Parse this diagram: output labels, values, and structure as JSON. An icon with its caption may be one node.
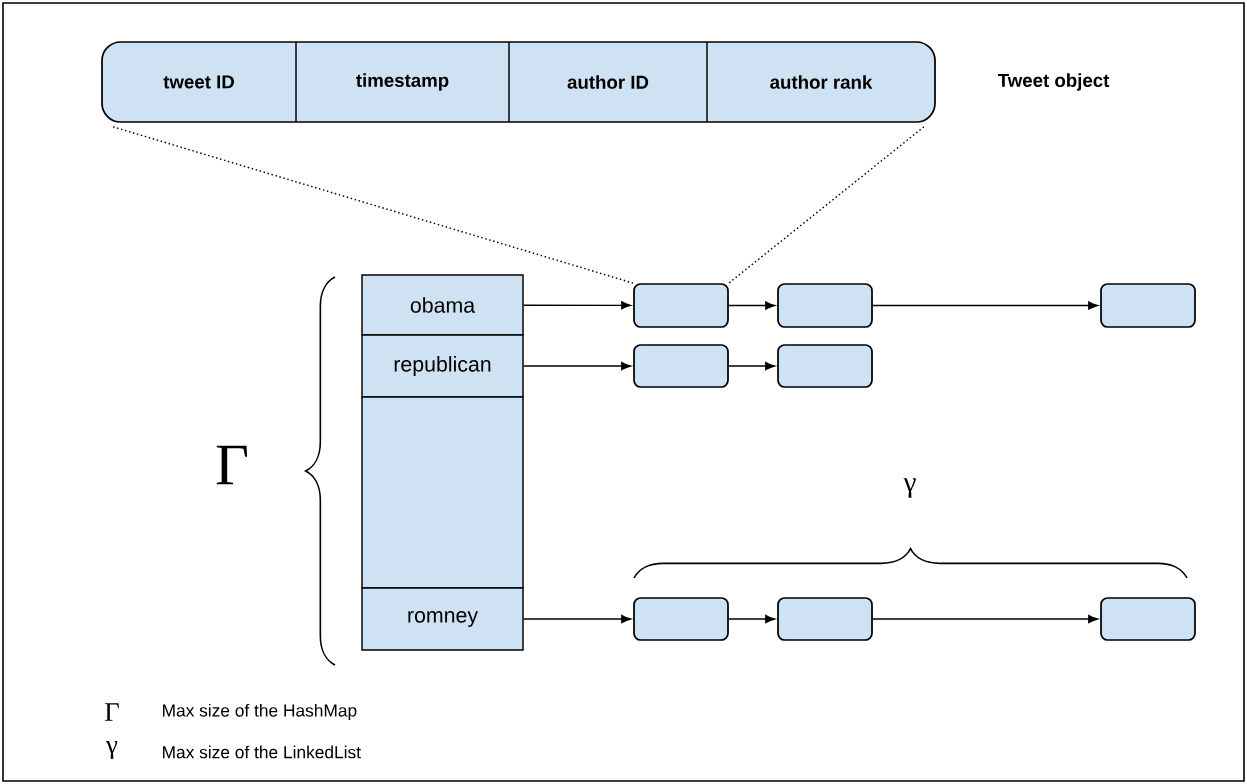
{
  "diagram": {
    "nodes": [
      {
        "text": [],
        "shape": "box",
        "beside": [
          "Tweet object"
        ]
      },
      {
        "text": [
          "tweet ID"
        ],
        "in": 0
      },
      {
        "text": [
          "timestamp"
        ],
        "in": 0
      },
      {
        "text": [
          "author ID"
        ],
        "in": 0
      },
      {
        "text": [
          "author rank"
        ],
        "in": 0
      },
      {
        "text": [
          "obama"
        ]
      },
      {
        "text": [
          "republican"
        ]
      },
      {
        "text": [],
        "shape": "box"
      },
      {
        "text": [
          "romney"
        ]
      },
      {
        "text": [],
        "shape": "box"
      },
      {
        "text": [],
        "shape": "box"
      },
      {
        "text": [],
        "shape": "box"
      },
      {
        "text": [],
        "shape": "box"
      },
      {
        "text": [],
        "shape": "box"
      },
      {
        "text": [],
        "shape": "box"
      },
      {
        "text": [],
        "shape": "box"
      },
      {
        "text": [],
        "shape": "box"
      }
    ],
    "edges": [
      {
        "from": 0,
        "to": 9,
        "arrow": "none",
        "style": "dashed"
      },
      {
        "from": 0,
        "to": 9,
        "arrow": "none",
        "style": "dashed"
      },
      {
        "from": 5,
        "to": 9,
        "arrow": "to"
      },
      {
        "from": 9,
        "to": 10,
        "arrow": "to"
      },
      {
        "from": 10,
        "to": 11,
        "arrow": "to"
      },
      {
        "from": 6,
        "to": 12,
        "arrow": "to"
      },
      {
        "from": 12,
        "to": 13,
        "arrow": "to"
      },
      {
        "from": 8,
        "to": 14,
        "arrow": "to"
      },
      {
        "from": 14,
        "to": 15,
        "arrow": "to"
      },
      {
        "from": 15,
        "to": 16,
        "arrow": "to"
      }
    ],
    "labels": [
      "Γ",
      "γ",
      "Γ",
      "Max size of the HashMap",
      "γ",
      "Max size of the LinkedList"
    ]
  }
}
